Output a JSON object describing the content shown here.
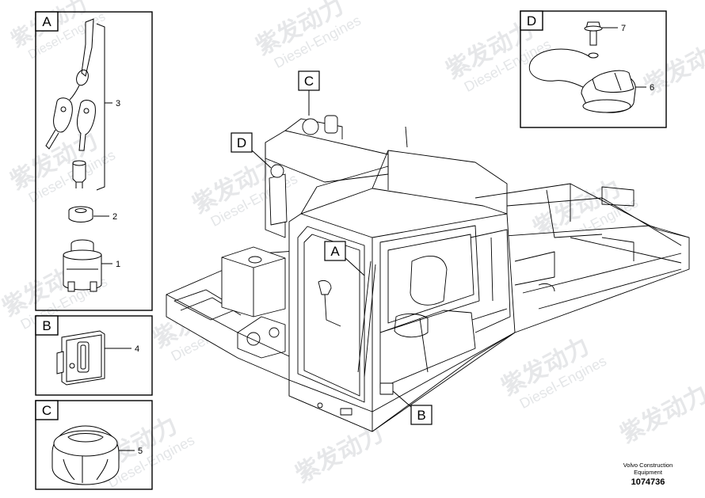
{
  "panels": {
    "a": {
      "letter": "A"
    },
    "b": {
      "letter": "B"
    },
    "c": {
      "letter": "C"
    },
    "d": {
      "letter": "D"
    }
  },
  "parts": {
    "p1": "1",
    "p2": "2",
    "p3": "3",
    "p4": "4",
    "p5": "5",
    "p6": "6",
    "p7": "7"
  },
  "callouts": {
    "a": "A",
    "b": "B",
    "c": "C",
    "d": "D"
  },
  "watermark": {
    "cn": "紫发动力",
    "en": "Diesel-Engines"
  },
  "footer": {
    "line1": "Volvo Construction",
    "line2": "Equipment",
    "number": "1074736"
  }
}
